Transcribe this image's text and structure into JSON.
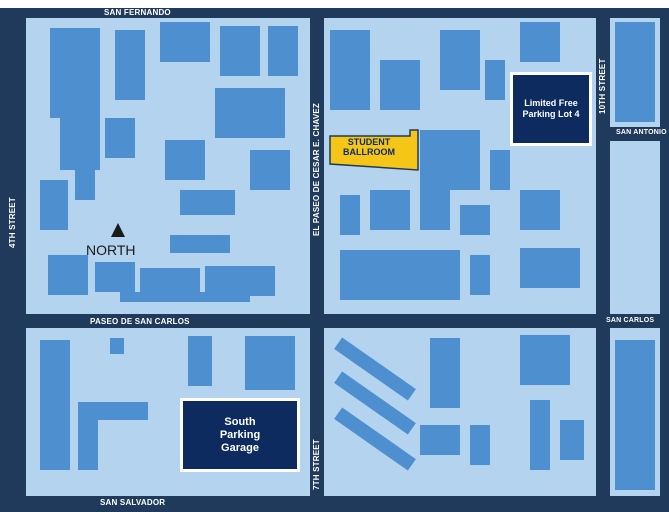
{
  "map": {
    "streets": {
      "san_fernando": "SAN FERNANDO",
      "fourth_street": "4TH STREET",
      "el_paseo": "EL PASEO DE CESAR E. CHAVEZ",
      "tenth_street": "10TH STREET",
      "san_antonio": "SAN ANTONIO",
      "paseo_san_carlos": "PASEO DE SAN CARLOS",
      "san_carlos": "SAN CARLOS",
      "seventh_street": "7TH STREET",
      "san_salvador": "SAN SALVADOR"
    },
    "landmarks": {
      "student_ballroom": "STUDENT\nBALLROOM",
      "limited_free_parking": "Limited Free\nParking Lot 4",
      "south_parking_garage": "South\nParking\nGarage"
    },
    "north_label": "NORTH",
    "colors": {
      "road": "#1f3a5a",
      "block": "#b3d3ef",
      "building": "#4d8fcf",
      "parking": "#0d2b5e",
      "ballroom": "#f5c518"
    }
  }
}
